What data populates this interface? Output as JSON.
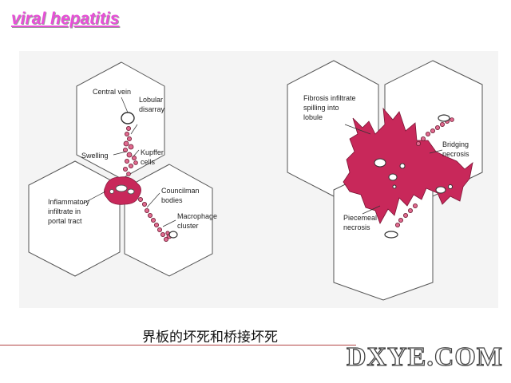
{
  "slide": {
    "title": "viral hepatitis",
    "caption": "界板的坏死和桥接坏死",
    "watermark": "DXYE.COM"
  },
  "left_panel": {
    "labels": {
      "central_vein": "Central vein",
      "lobular": "Lobular",
      "disarray": "disarray",
      "swelling": "Swelling",
      "kupffer": "Kupffer",
      "cells": "cells",
      "infl1": "Inflammatory",
      "infl2": "infiltrate in",
      "infl3": "portal tract",
      "council1": "Councilman",
      "council2": "bodies",
      "macro1": "Macrophage",
      "macro2": "cluster"
    }
  },
  "right_panel": {
    "labels": {
      "fib1": "Fibrosis infiltrate",
      "fib2": "spilling into",
      "fib3": "lobule",
      "bridge1": "Bridging",
      "bridge2": "necrosis",
      "piece1": "Piecemeal",
      "piece2": "necrosis"
    }
  },
  "colors": {
    "title": "#e84fd8",
    "lesion": "#c8285a",
    "rule": "#b34545"
  }
}
